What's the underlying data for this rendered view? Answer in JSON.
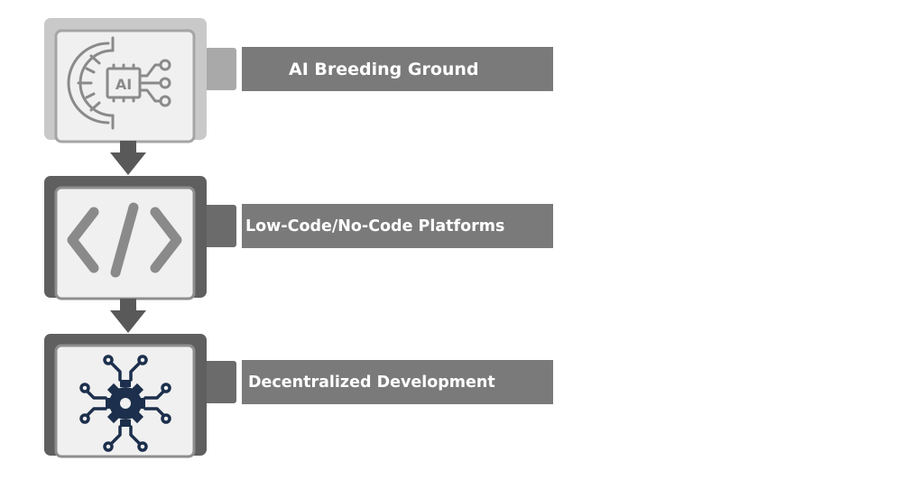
{
  "steps": [
    {
      "label": "AI Breeding Ground",
      "icon": "ai-gear-circuit-icon"
    },
    {
      "label": "Low-Code/No-Code Platforms",
      "icon": "code-brackets-icon"
    },
    {
      "label": "Decentralized Development",
      "icon": "gear-network-icon"
    }
  ],
  "colors": {
    "label_bar": "#7a7a7a",
    "tab": "#a9a9a9",
    "tab_dark": "#6b6b6b",
    "card_light_outer": "#c9c9c9",
    "card_dark_outer": "#5f5f5f",
    "card_inner": "#f0f0f0",
    "card_inner_border": "#8e8e8e",
    "arrow": "#595959",
    "icon_gray": "#8a8a8a",
    "icon_navy": "#1c2f4c"
  }
}
